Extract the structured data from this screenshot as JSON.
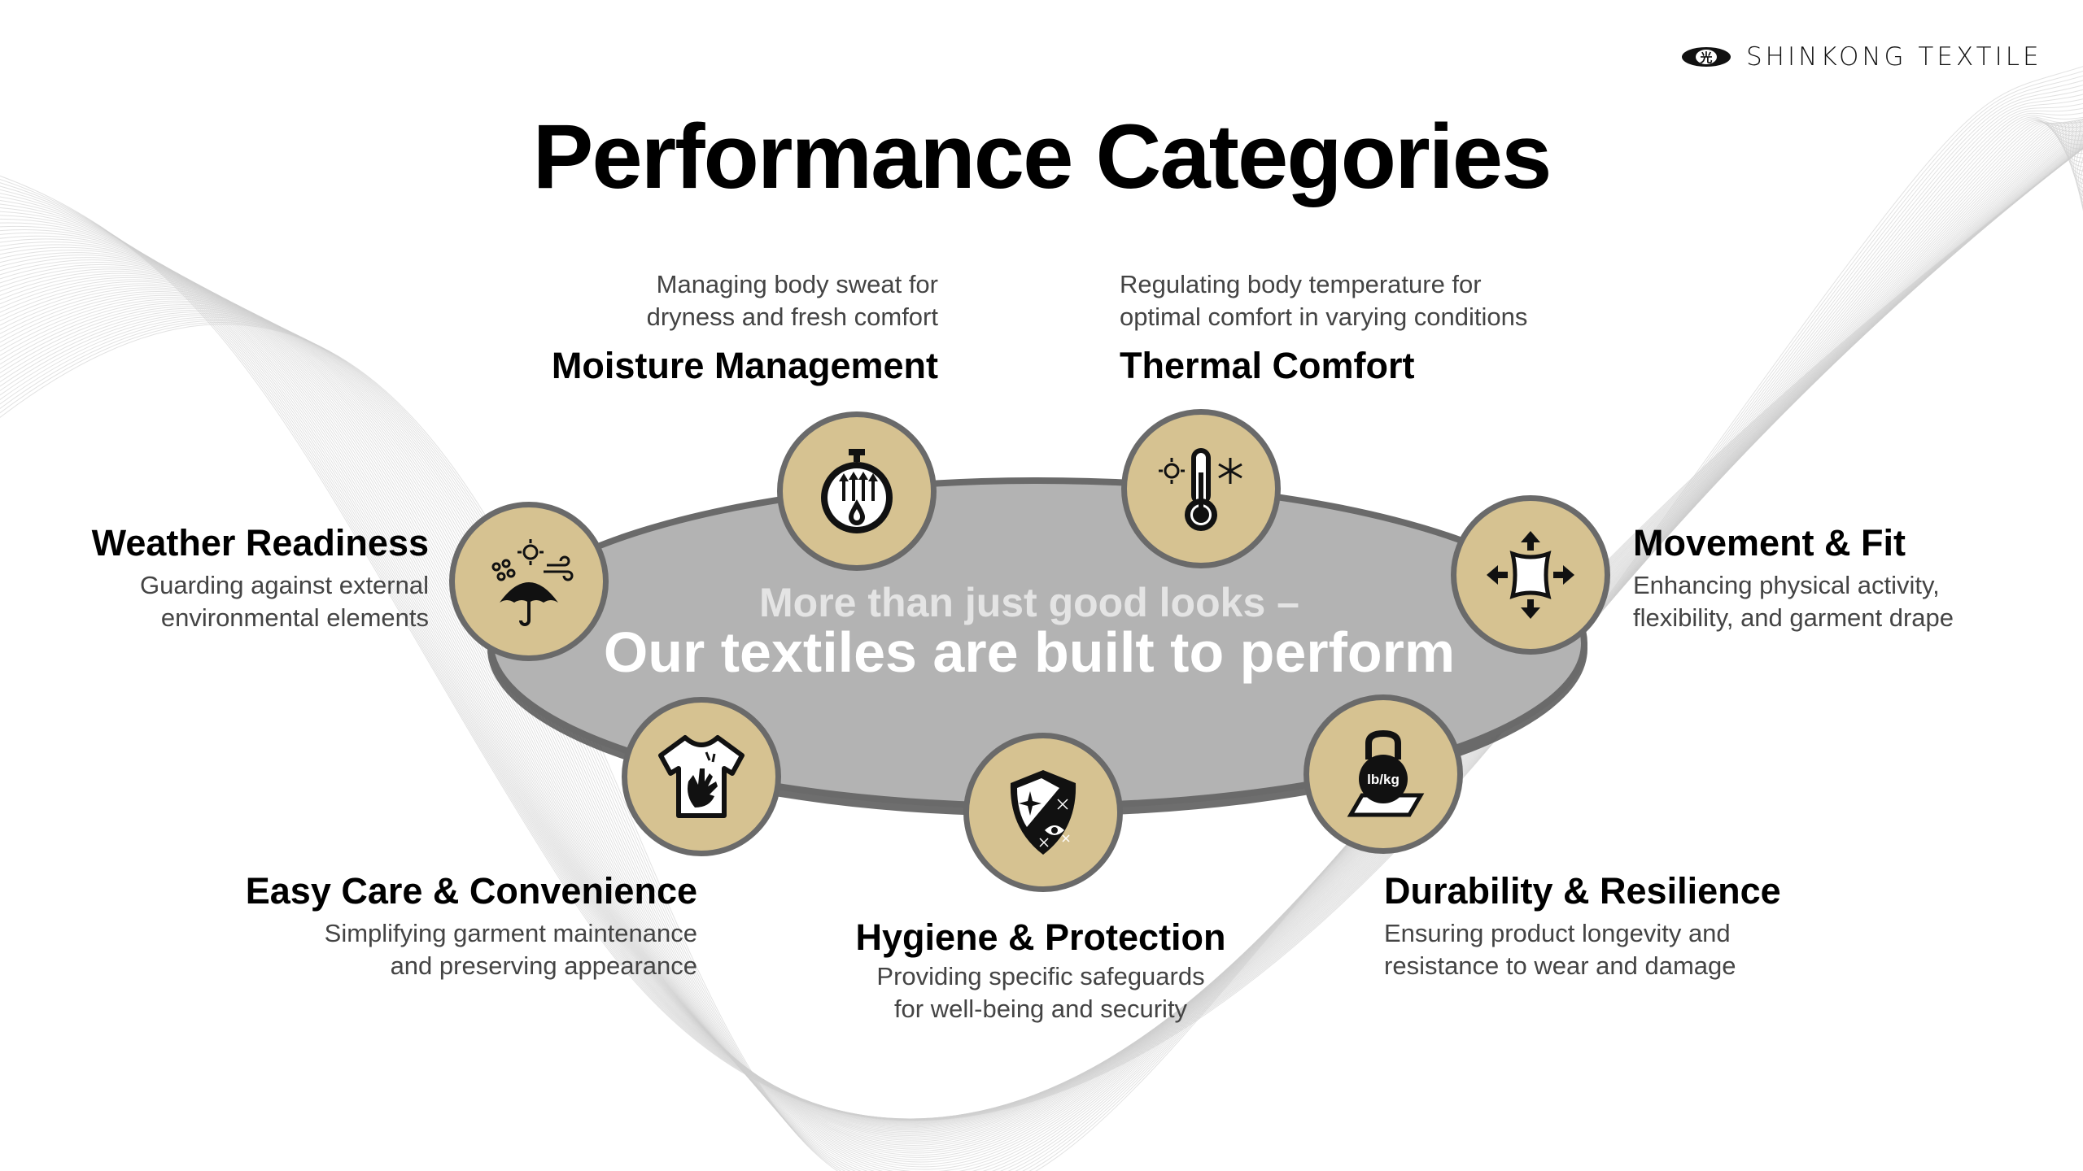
{
  "brand": {
    "name": "SHINKONG TEXTILE",
    "logo_icon": "shinkong-oval-logo"
  },
  "title": "Performance Categories",
  "center": {
    "line1": "More than just good looks –",
    "line2": "Our textiles are built to perform"
  },
  "colors": {
    "node_fill": "#d6c291",
    "node_border": "#6a6a6a",
    "ellipse_fill": "#b3b3b3",
    "ellipse_border": "#666666"
  },
  "categories": [
    {
      "id": "moisture",
      "title": "Moisture Management",
      "desc": [
        "Managing body sweat for",
        "dryness and fresh comfort"
      ],
      "icon": "stopwatch-drop-icon"
    },
    {
      "id": "thermal",
      "title": "Thermal Comfort",
      "desc": [
        "Regulating body temperature for",
        "optimal comfort in varying conditions"
      ],
      "icon": "thermometer-icon"
    },
    {
      "id": "weather",
      "title": "Weather Readiness",
      "desc": [
        "Guarding against external",
        "environmental elements"
      ],
      "icon": "umbrella-weather-icon"
    },
    {
      "id": "movement",
      "title": "Movement & Fit",
      "desc": [
        "Enhancing physical activity,",
        "flexibility, and garment drape"
      ],
      "icon": "stretch-arrows-icon"
    },
    {
      "id": "easycare",
      "title": "Easy Care & Convenience",
      "desc": [
        "Simplifying garment maintenance",
        "and preserving appearance"
      ],
      "icon": "tshirt-hand-icon"
    },
    {
      "id": "hygiene",
      "title": "Hygiene & Protection",
      "desc": [
        "Providing specific safeguards",
        "for well-being and security"
      ],
      "icon": "shield-icon"
    },
    {
      "id": "durability",
      "title": "Durability & Resilience",
      "desc": [
        "Ensuring product longevity and",
        "resistance to wear and damage"
      ],
      "icon": "kettlebell-icon",
      "icon_label": "lb/kg"
    }
  ]
}
